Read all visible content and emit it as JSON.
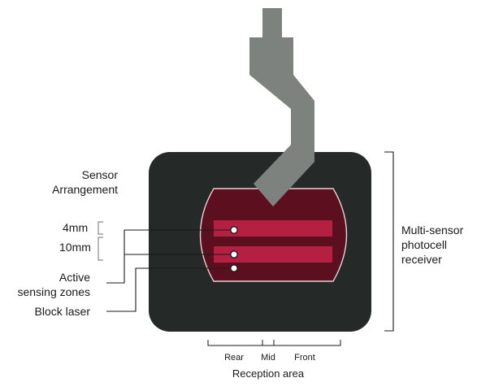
{
  "labels": {
    "sensor_arrangement_line1": "Sensor",
    "sensor_arrangement_line2": "Arrangement",
    "dim_4mm": "4mm",
    "dim_10mm": "10mm",
    "active_line1": "Active",
    "active_line2": "sensing zones",
    "block_laser": "Block laser",
    "receiver_line1": "Multi-sensor",
    "receiver_line2": "photocell",
    "receiver_line3": "receiver",
    "rear": "Rear",
    "mid": "Mid",
    "front": "Front",
    "reception_area": "Reception area"
  },
  "colors": {
    "housing": "#252a28",
    "window": "#5c0f1e",
    "sensing_strip": "#b51f42",
    "probe": "#7d827f",
    "line": "#1a1a1a"
  }
}
